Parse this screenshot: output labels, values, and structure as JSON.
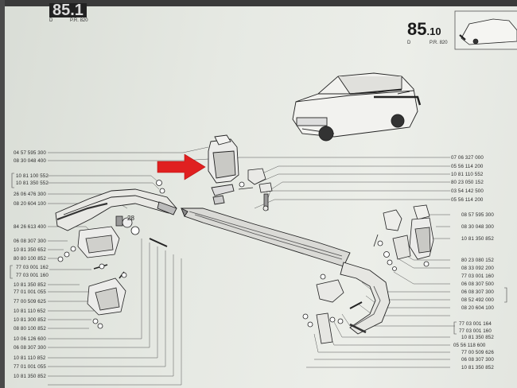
{
  "header": {
    "ref_main": "85",
    "ref_sub": ".10",
    "ref_d": "D",
    "ref_pr": "P.R. 820",
    "ref_left": "85.1",
    "ref_left_d": "D",
    "ref_left_pr": "P.R. 820"
  },
  "callout": "28",
  "labels_left": [
    "04 57 595 300",
    "08 30 048 400",
    "10 81 100 552",
    "10 81 350 552",
    "26 06 476 300",
    "08 20 604 100",
    "84 26 613 400",
    "06 08 307 300",
    "10 81 350 652",
    "80 80 100 852",
    "77 03 001 162",
    "77 03 001 160",
    "10 81 350 852",
    "77 01 001 055",
    "77 00 509 625",
    "10 81 110 652",
    "10 81 300 852",
    "08 80 100 852",
    "10 06 126 600",
    "06 08 307 300",
    "10 81 110 852",
    "77 01 001 055",
    "10 81 350 852"
  ],
  "labels_right": [
    "07 06 327 000",
    "05 56 114 200",
    "10 81 110 552",
    "80 23 050 152",
    "03 54 142 500",
    "05 56 114 200",
    "08 57 595 300",
    "08 30 048 300",
    "10 81 350 852",
    "80 23 080 152",
    "08 33 092 200",
    "77 03 001 160",
    "06 08 307 500",
    "06 08 307 300",
    "08 52 492 000",
    "08 20 604 100",
    "77 03 001 164",
    "77 03 001 160",
    "10 81 350 852",
    "05 56 118 600",
    "77 00 509 626",
    "06 08 307 300",
    "10 81 350 852"
  ]
}
